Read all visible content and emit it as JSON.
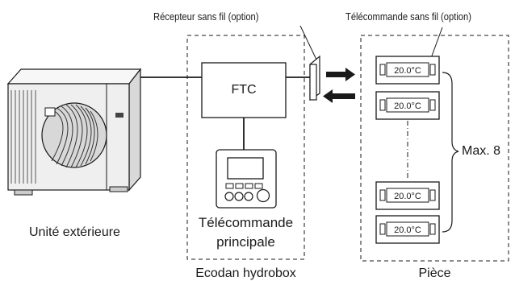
{
  "labels": {
    "wireless_receiver": "Récepteur sans fil (option)",
    "wireless_remote": "Télécommande sans fil (option)",
    "ftc": "FTC",
    "main_remote_line1": "Télécommande",
    "main_remote_line2": "principale",
    "outdoor_unit": "Unité extérieure",
    "hydrobox": "Ecodan hydrobox",
    "room": "Pièce",
    "max_count": "Max. 8"
  },
  "thermostats": [
    {
      "display": "20.0°C"
    },
    {
      "display": "20.0°C"
    },
    {
      "display": "20.0°C"
    },
    {
      "display": "20.0°C"
    }
  ],
  "colors": {
    "line": "#1a1a1a",
    "unit_fill": "#f2f2f2",
    "unit_shade": "#cfcfcf",
    "fan_dark": "#333333"
  }
}
